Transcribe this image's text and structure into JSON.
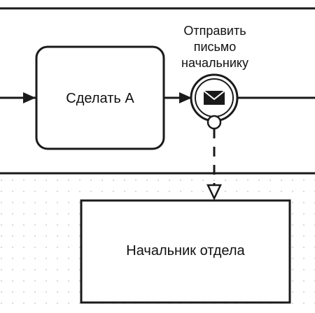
{
  "diagram": {
    "task": {
      "label": "Сделать А"
    },
    "event": {
      "label_lines": [
        "Отправить",
        "письмо",
        "начальнику"
      ],
      "icon": "envelope-icon",
      "type": "intermediate-throw-message"
    },
    "pool": {
      "label": "Начальник отдела"
    },
    "colors": {
      "stroke": "#1a1a1a",
      "fill": "#ffffff",
      "grid_dot": "#cfcfcf"
    }
  }
}
